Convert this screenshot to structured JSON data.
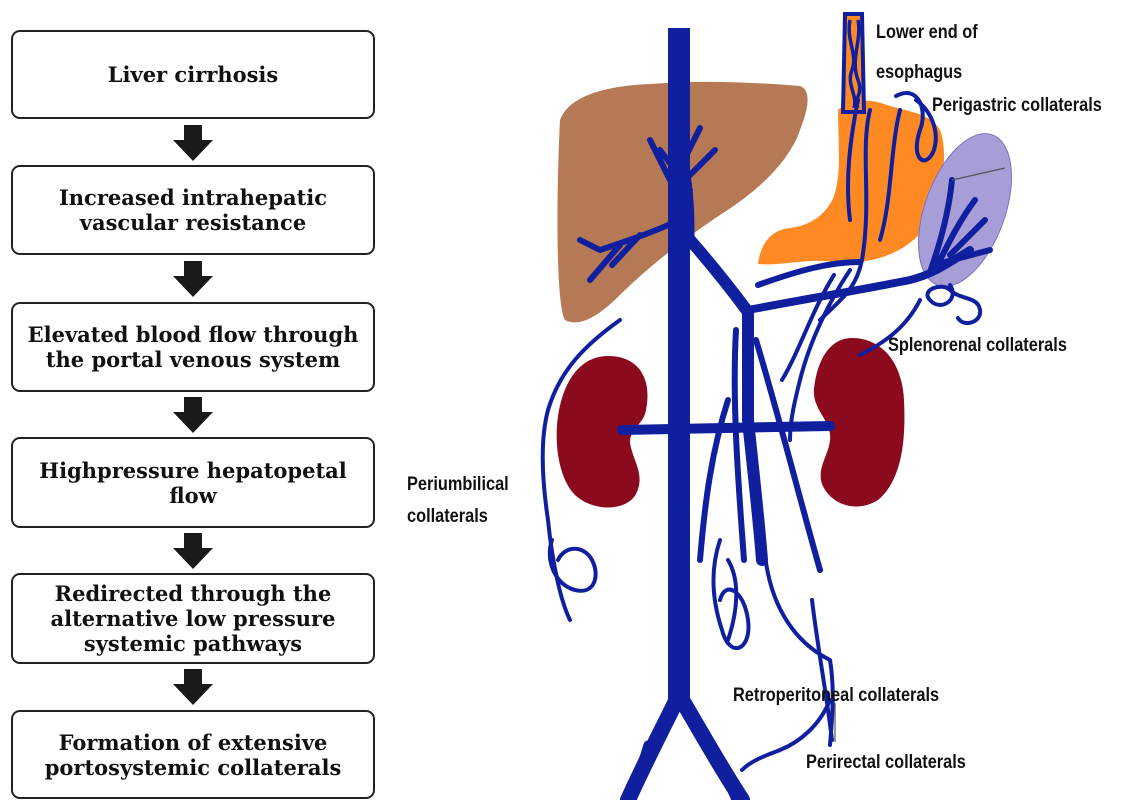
{
  "flowchart": {
    "steps": [
      "Liver cirrhosis",
      "Increased intrahepatic\nvascular resistance",
      "Elevated blood flow through\nthe portal venous system",
      "Highpressure hepatopetal\nflow",
      "Redirected through the\nalternative low pressure\nsystemic pathways",
      "Formation of extensive\nportosystemic collaterals"
    ]
  },
  "diagram": {
    "labels": {
      "lower_esophagus": "Lower end of\nesophagus",
      "perigastric": "Perigastric collaterals",
      "splenorenal": "Splenorenal collaterals",
      "periumbilical": "Periumbilical\ncollaterals",
      "retroperitoneal": "Retroperitoneal collaterals",
      "perirectal": "Perirectal collaterals"
    },
    "colors": {
      "vein": "#0f1f9e",
      "liver": "#b57a55",
      "stomach": "#ff8a24",
      "spleen": "#a79ed8",
      "kidney": "#8c0a1e"
    }
  }
}
